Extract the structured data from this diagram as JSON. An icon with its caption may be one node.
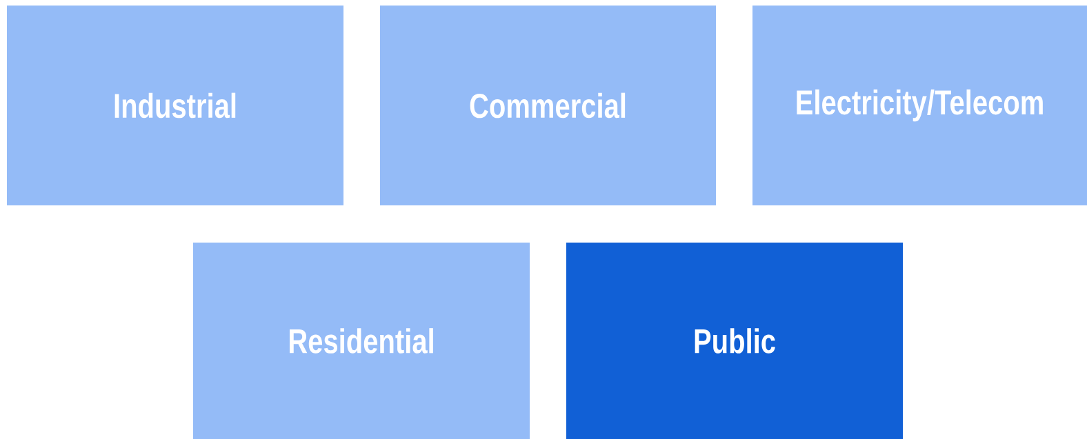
{
  "diagram": {
    "nodes": [
      {
        "text": [
          "Industrial"
        ]
      },
      {
        "text": [
          "Commercial"
        ]
      },
      {
        "text": [
          "Electricity/Telecom"
        ]
      },
      {
        "text": [
          "Residential"
        ]
      },
      {
        "text": [
          "Public"
        ]
      }
    ]
  }
}
